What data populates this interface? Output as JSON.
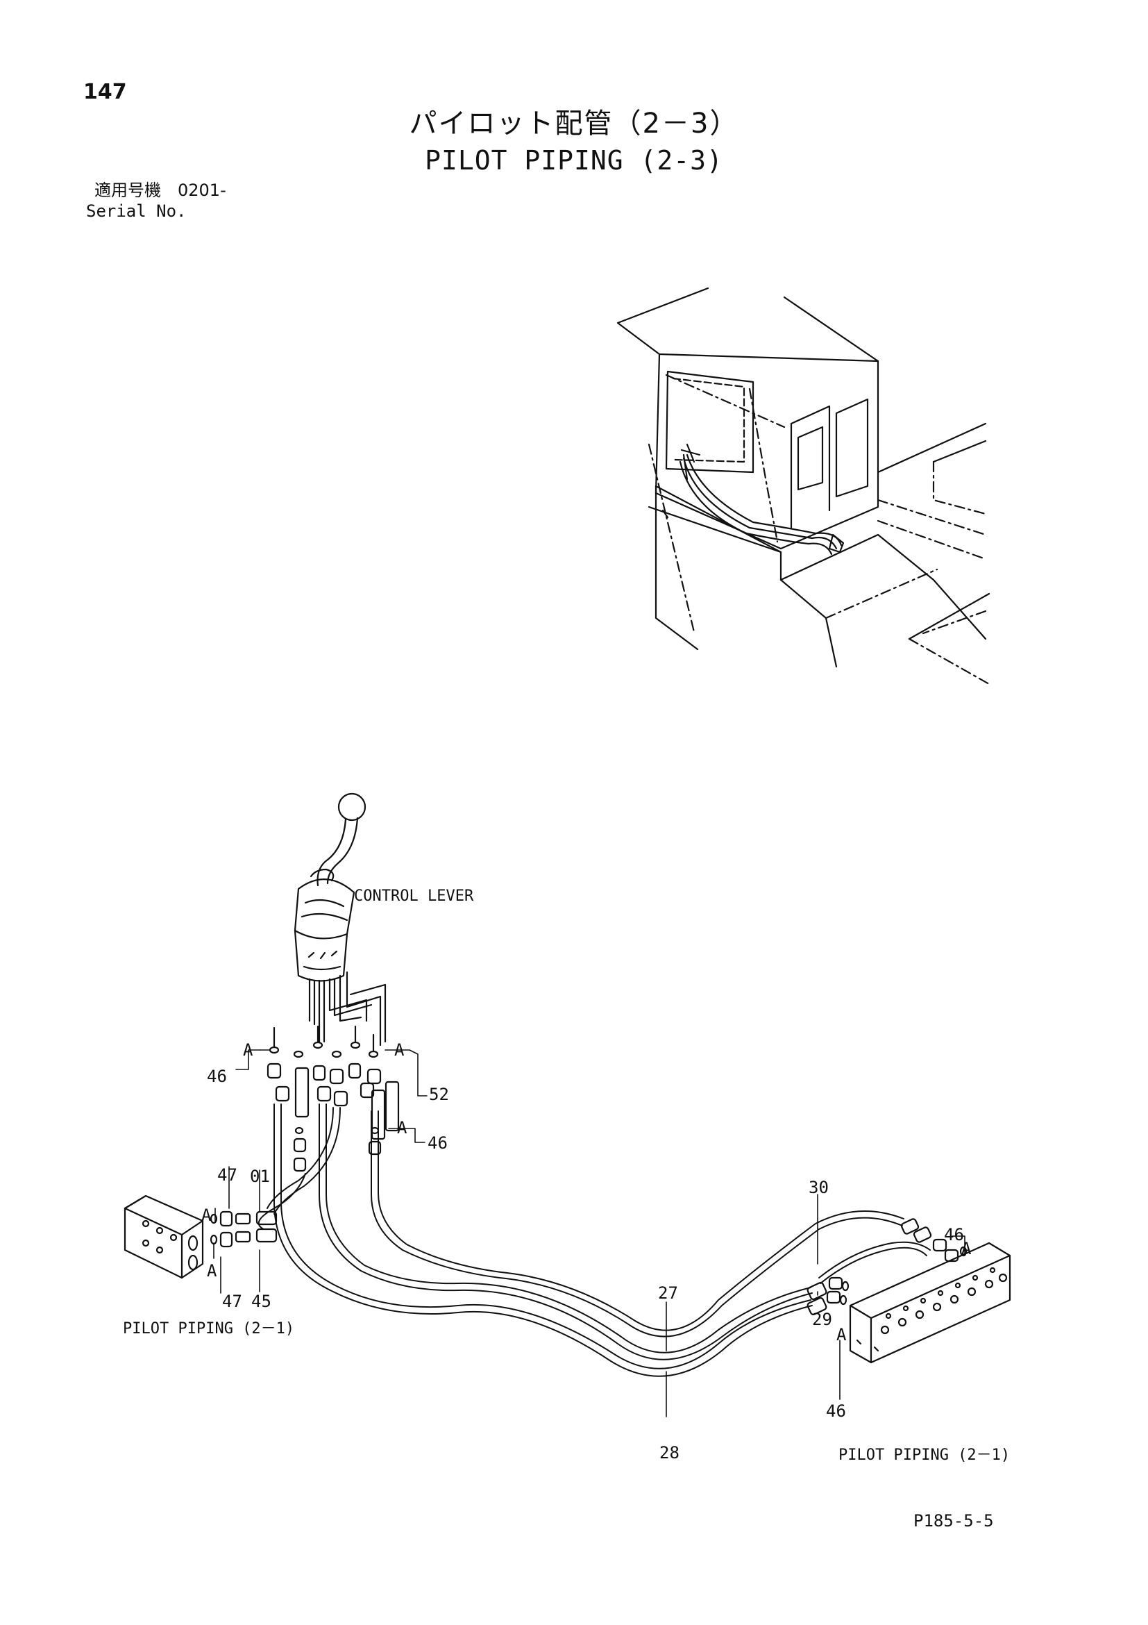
{
  "page": {
    "number": "147",
    "title_jp": "パイロット配管（2－3）",
    "title_en": "PILOT PIPING (2-3)",
    "serial_jp": "適用号機　0201-",
    "serial_en": "Serial No.",
    "drawing_code": "P185-5-5"
  },
  "labels": {
    "control_lever": "CONTROL LEVER",
    "pilot_piping_left": "PILOT PIPING (2－1)",
    "pilot_piping_right": "PILOT PIPING (2－1)",
    "A": "A"
  },
  "callouts": {
    "p46_a": "46",
    "p46_b": "46",
    "p46_c": "46",
    "p46_d": "46",
    "p52": "52",
    "p47_a": "47",
    "p47_b": "47",
    "p01": "01",
    "p45": "45",
    "p30": "30",
    "p27": "27",
    "p29": "29",
    "p28": "28"
  }
}
